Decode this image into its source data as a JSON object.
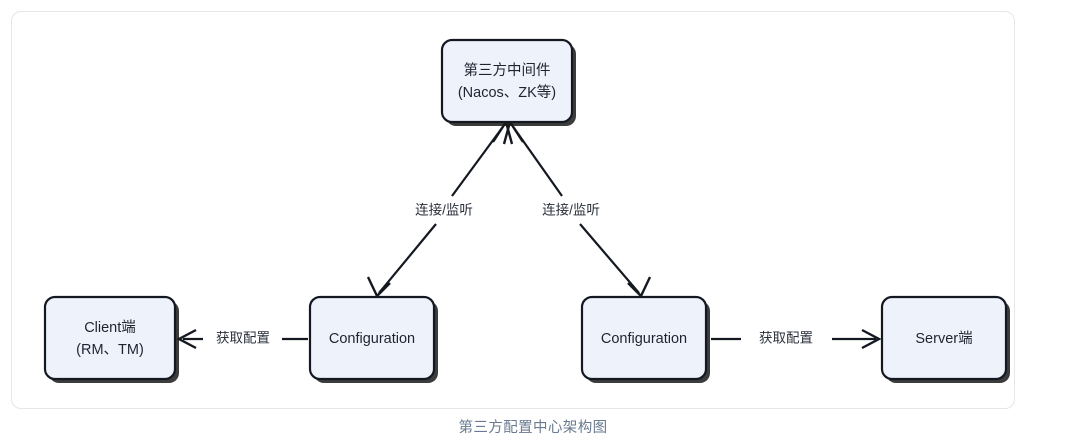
{
  "figure": {
    "caption": "第三方配置中心架构图",
    "colors": {
      "node_fill": "#eef2fb",
      "node_stroke": "#141821",
      "node_text": "#1f2430",
      "edge_text": "#2a2f3a",
      "frame_border": "#e6e6e8",
      "caption_text": "#6a7a90",
      "background": "#ffffff"
    }
  },
  "nodes": {
    "middleware": {
      "line1": "第三方中间件",
      "line2": "(Nacos、ZK等)"
    },
    "client": {
      "line1": "Client端",
      "line2": "(RM、TM)"
    },
    "config_left": {
      "label": "Configuration"
    },
    "config_right": {
      "label": "Configuration"
    },
    "server": {
      "label": "Server端"
    }
  },
  "edges": {
    "left_diagonal": {
      "label": "连接/监听"
    },
    "right_diagonal": {
      "label": "连接/监听"
    },
    "client_link": {
      "label": "获取配置"
    },
    "server_link": {
      "label": "获取配置"
    }
  }
}
